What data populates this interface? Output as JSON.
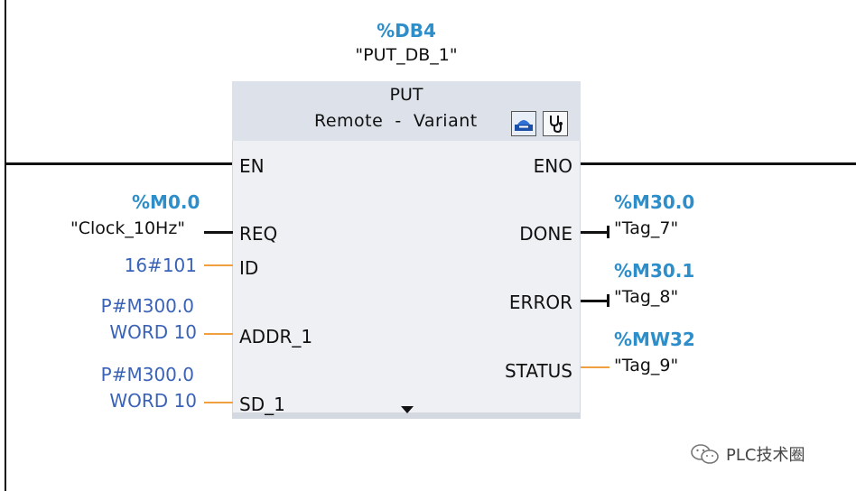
{
  "instance": {
    "db_address": "%DB4",
    "db_name": "\"PUT_DB_1\""
  },
  "block": {
    "title": "PUT",
    "subtitle": "Remote  -  Variant",
    "icons": [
      "remote-connection-icon",
      "diagnostics-stethoscope-icon"
    ]
  },
  "inputs": {
    "en": {
      "pin": "EN"
    },
    "req": {
      "pin": "REQ",
      "address": "%M0.0",
      "tag": "\"Clock_10Hz\""
    },
    "id": {
      "pin": "ID",
      "value": "16#101"
    },
    "addr_1": {
      "pin": "ADDR_1",
      "value_line1": "P#M300.0",
      "value_line2": "WORD 10"
    },
    "sd_1": {
      "pin": "SD_1",
      "value_line1": "P#M300.0",
      "value_line2": "WORD 10"
    }
  },
  "outputs": {
    "eno": {
      "pin": "ENO"
    },
    "done": {
      "pin": "DONE",
      "address": "%M30.0",
      "tag": "\"Tag_7\""
    },
    "error": {
      "pin": "ERROR",
      "address": "%M30.1",
      "tag": "\"Tag_8\""
    },
    "status": {
      "pin": "STATUS",
      "address": "%MW32",
      "tag": "\"Tag_9\""
    }
  },
  "watermark": {
    "text": "PLC技术圈"
  },
  "colors": {
    "address": "#2e8ec9",
    "parameter": "#3a63b8",
    "wire_bool": "#111111",
    "wire_value": "#f0a040",
    "block_bg": "#eef0f3"
  }
}
